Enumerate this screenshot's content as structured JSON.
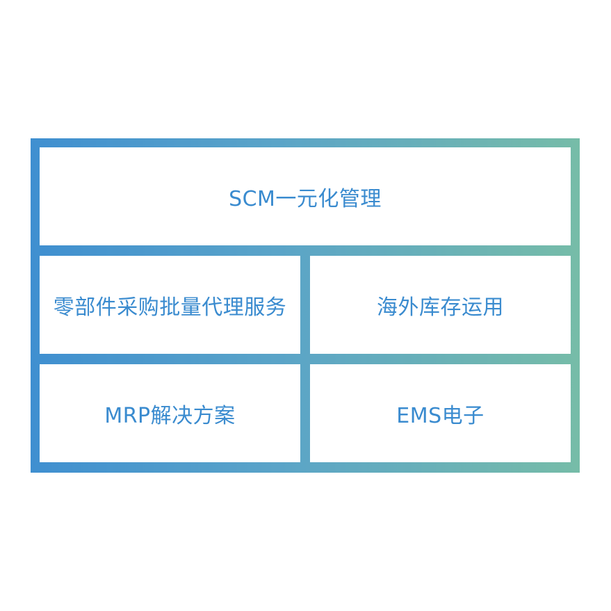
{
  "colors": {
    "frame_left": "#3f8fd0",
    "frame_right": "#76bca8",
    "text": "#3a8bcf",
    "cell_background": "#ffffff"
  },
  "diagram": {
    "top": "SCM一元化管理",
    "middle_left": "零部件采购批量代理服务",
    "middle_right": "海外库存运用",
    "bottom_left": "MRP解决方案",
    "bottom_right": "EMS电子"
  }
}
